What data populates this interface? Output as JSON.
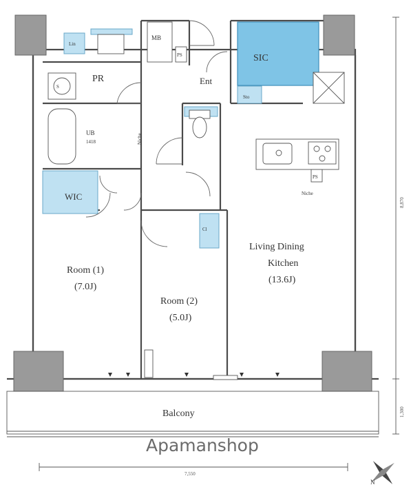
{
  "rooms": {
    "pr": "PR",
    "ub": "UB",
    "ub_size": "1418",
    "wic": "WIC",
    "lin": "Lin",
    "mb": "MB",
    "ps1": "PS",
    "ps2": "PS",
    "sic": "SIC",
    "ent": "Ent",
    "sto": "Sto",
    "cl": "Cl",
    "niche1": "Niche",
    "niche2": "Niche",
    "room1_name": "Room (1)",
    "room1_size": "(7.0J)",
    "room2_name": "Room (2)",
    "room2_size": "(5.0J)",
    "ldk_line1": "Living Dining",
    "ldk_line2": "Kitchen",
    "ldk_size": "(13.6J)",
    "balcony": "Balcony",
    "washer": "S"
  },
  "dimensions": {
    "width": "7,550",
    "depth": "8,870",
    "balcony_depth": "1,300"
  },
  "compass": {
    "north": "N"
  },
  "watermark": "Apamanshop",
  "colors": {
    "storage_fill": "#bfe1f2",
    "sic_fill": "#7fc4e6",
    "column": "#9a9a9a"
  }
}
